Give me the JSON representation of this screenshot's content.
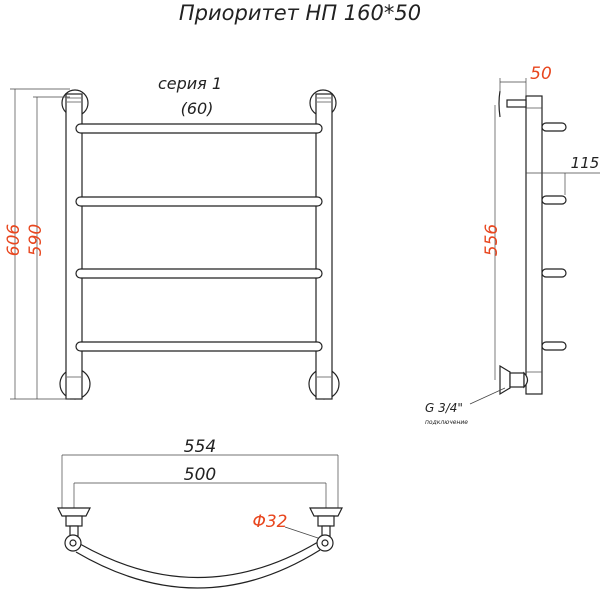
{
  "title": "Приоритет НП 160*50",
  "front_view": {
    "series_label": "серия 1",
    "series_sub": "(60)",
    "dim_height_total": "606",
    "dim_height_axis": "590"
  },
  "side_view": {
    "dim_depth": "50",
    "dim_offset": "115",
    "dim_axis": "556",
    "connection_size": "G 3/4\"",
    "connection_label": "подключение"
  },
  "top_view": {
    "dim_width_total": "554",
    "dim_width_axis": "500",
    "dim_pipe_diameter": "Φ32"
  },
  "colors": {
    "dimension_accent": "#e8461e",
    "lines": "#222222"
  }
}
